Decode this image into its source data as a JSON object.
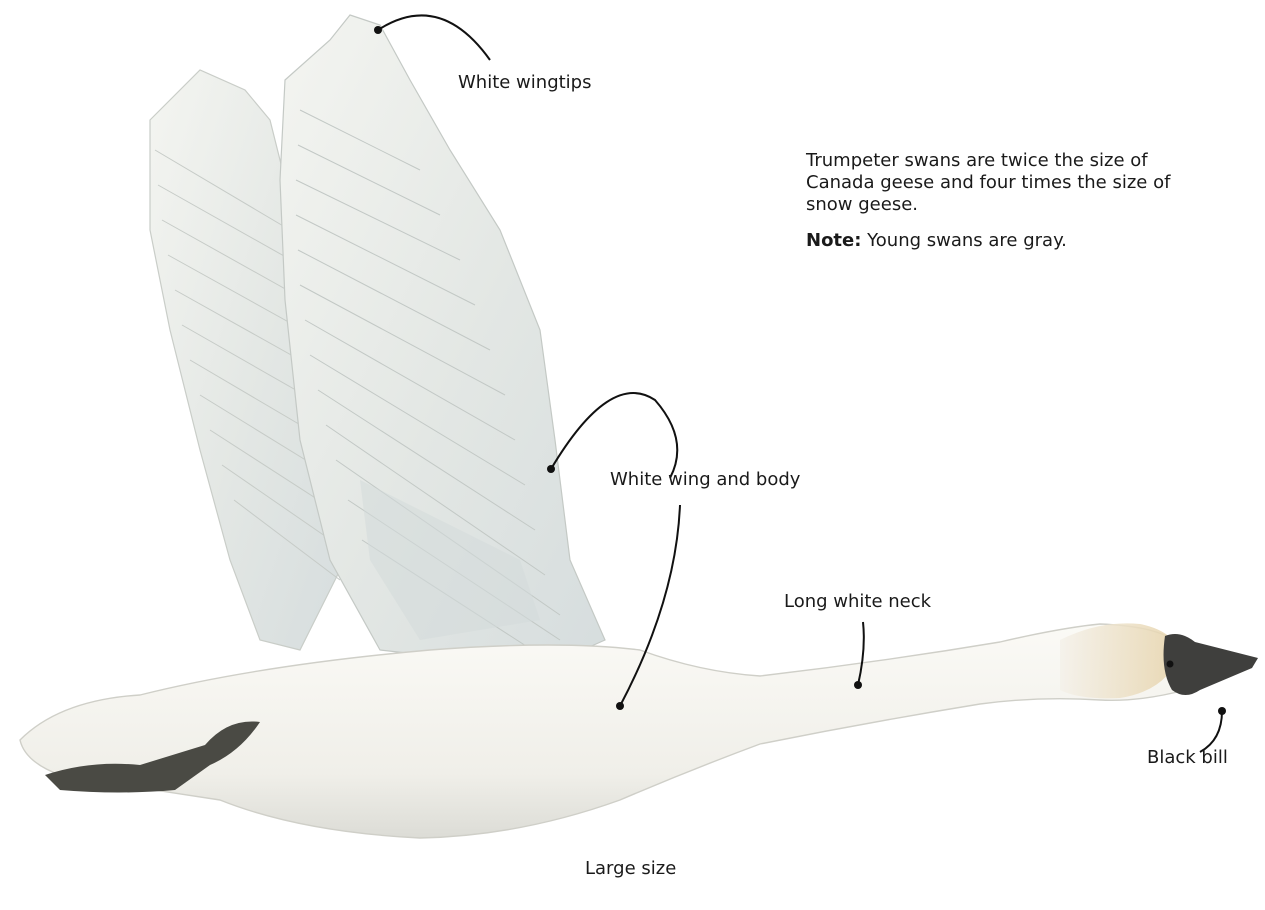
{
  "labels": {
    "wingtips": "White wingtips",
    "wing_body": "White wing and body",
    "neck": "Long white neck",
    "bill": "Black bill",
    "size": "Large size"
  },
  "info": {
    "description": "Trumpeter swans are twice the size of Canada geese and four times the size of snow geese.",
    "note_title": "Note:",
    "note_text": " Young swans are gray."
  },
  "colors": {
    "swan_body": "#f6f4ee",
    "feather_shade": "#dfe3e0",
    "bill": "#3b3b3b",
    "head_tint": "#eadbb8",
    "foot": "#4a4a44",
    "leader_line": "#111111"
  }
}
